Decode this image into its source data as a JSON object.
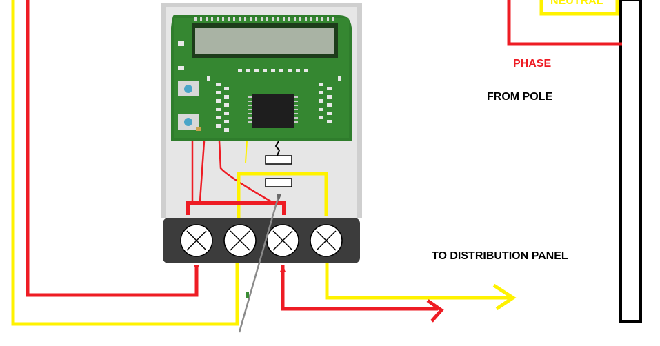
{
  "labels": {
    "neutral": "NEUTRAL",
    "phase": "PHASE",
    "from_pole": "FROM POLE",
    "to_distribution_panel": "TO DISTRIBUTION PANEL"
  },
  "colors": {
    "phase_wire": "#ee1c24",
    "neutral_wire": "#fff200",
    "terminal_block": "#3c3c3c",
    "meter_housing": "#c8c8c8",
    "pcb": "#2f7d2c",
    "phase_label": "#ee1c24",
    "text": "#000000"
  }
}
